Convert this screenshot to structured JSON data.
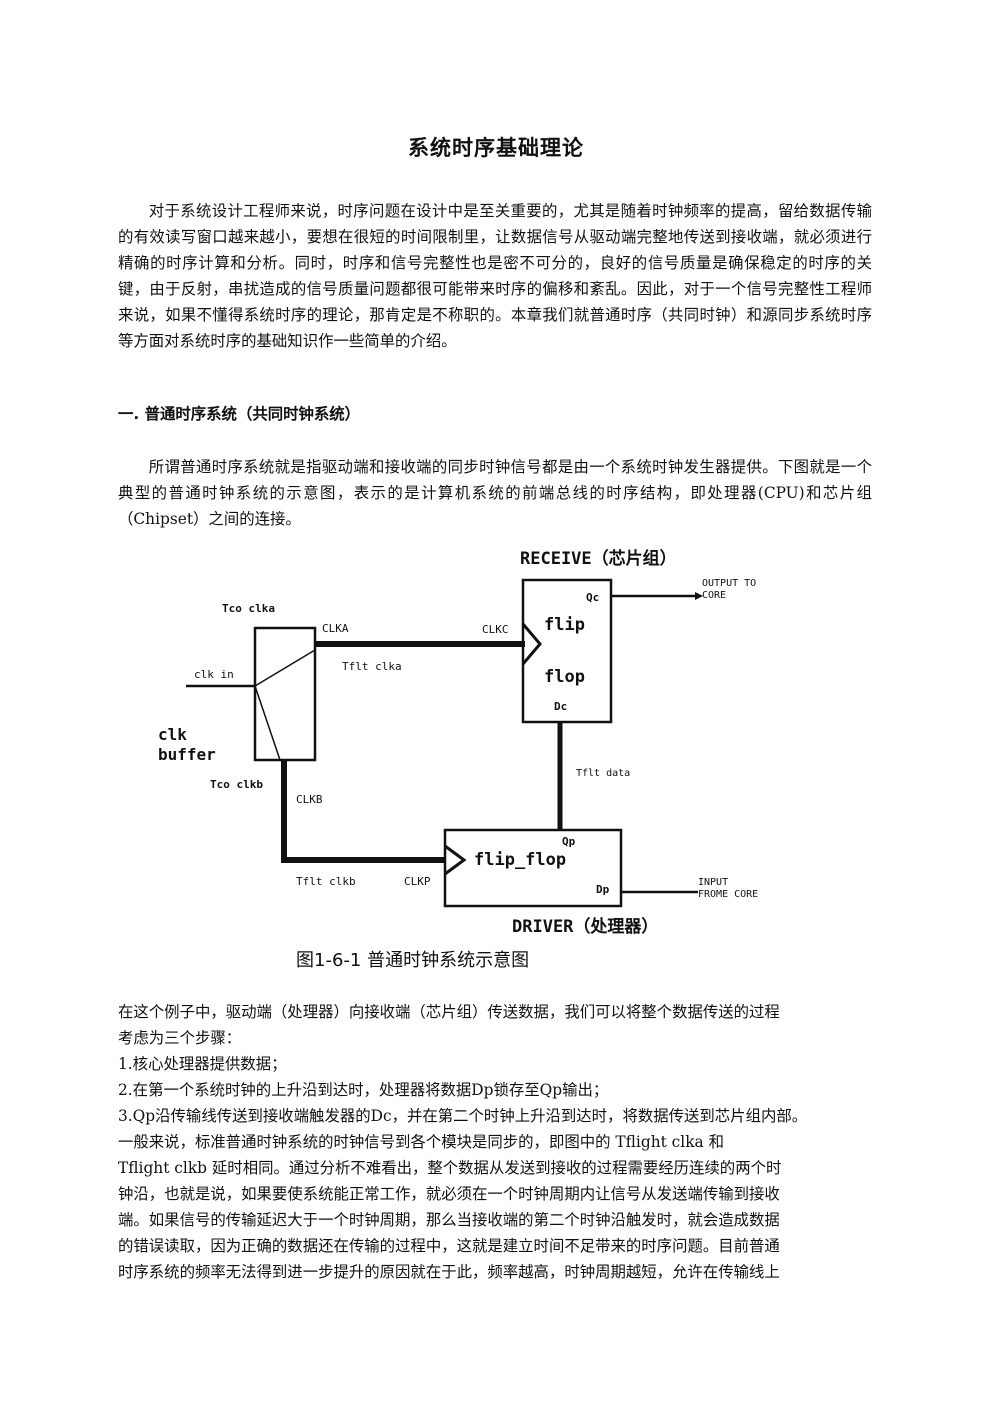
{
  "title": "系统时序基础理论",
  "intro": "对于系统设计工程师来说，时序问题在设计中是至关重要的，尤其是随着时钟频率的提高，留给数据传输的有效读写窗口越来越小，要想在很短的时间限制里，让数据信号从驱动端完整地传送到接收端，就必须进行精确的时序计算和分析。同时，时序和信号完整性也是密不可分的，良好的信号质量是确保稳定的时序的关键，由于反射，串扰造成的信号质量问题都很可能带来时序的偏移和紊乱。因此，对于一个信号完整性工程师来说，如果不懂得系统时序的理论，那肯定是不称职的。本章我们就普通时序（共同时钟）和源同步系统时序等方面对系统时序的基础知识作一些简单的介绍。",
  "section1": {
    "heading": "一. 普通时序系统（共同时钟系统）",
    "para": "所谓普通时序系统就是指驱动端和接收端的同步时钟信号都是由一个系统时钟发生器提供。下图就是一个典型的普通时钟系统的示意图，表示的是计算机系统的前端总线的时序结构，即处理器(CPU)和芯片组（Chipset）之间的连接。"
  },
  "diagram": {
    "receive_title": "RECEIVE（芯片组）",
    "driver_title": "DRIVER（处理器）",
    "tco_clka": "Tco clka",
    "tco_clkb": "Tco clkb",
    "clk_in": "clk in",
    "clk_buffer_1": "clk",
    "clk_buffer_2": "buffer",
    "clka": "CLKA",
    "clkb": "CLKB",
    "clkc": "CLKC",
    "clkp": "CLKP",
    "tflt_clka": "Tflt clka",
    "tflt_clkb": "Tflt clkb",
    "tflt_data": "Tflt data",
    "flip": "flip",
    "flop": "flop",
    "qc": "Qc",
    "dc": "Dc",
    "qp": "Qp",
    "dp": "Dp",
    "flip_flop": "flip_flop",
    "output_1": "OUTPUT TO",
    "output_2": "CORE",
    "input_1": "INPUT",
    "input_2": "FROME CORE",
    "caption": "图1-6-1   普通时钟系统示意图"
  },
  "body_lines": [
    "在这个例子中，驱动端（处理器）向接收端（芯片组）传送数据，我们可以将整个数据传送的过程",
    "考虑为三个步骤：",
    "1.核心处理器提供数据；",
    "2.在第一个系统时钟的上升沿到达时，处理器将数据Dp锁存至Qp输出；",
    "3.Qp沿传输线传送到接收端触发器的Dc，并在第二个时钟上升沿到达时，将数据传送到芯片组内部。",
    "一般来说，标准普通时钟系统的时钟信号到各个模块是同步的，即图中的 Tflight clka 和",
    "Tflight clkb 延时相同。通过分析不难看出，整个数据从发送到接收的过程需要经历连续的两个时",
    "钟沿，也就是说，如果要使系统能正常工作，就必须在一个时钟周期内让信号从发送端传输到接收",
    "端。如果信号的传输延迟大于一个时钟周期，那么当接收端的第二个时钟沿触发时，就会造成数据",
    "的错误读取，因为正确的数据还在传输的过程中，这就是建立时间不足带来的时序问题。目前普通",
    "时序系统的频率无法得到进一步提升的原因就在于此，频率越高，时钟周期越短，允许在传输线上"
  ]
}
